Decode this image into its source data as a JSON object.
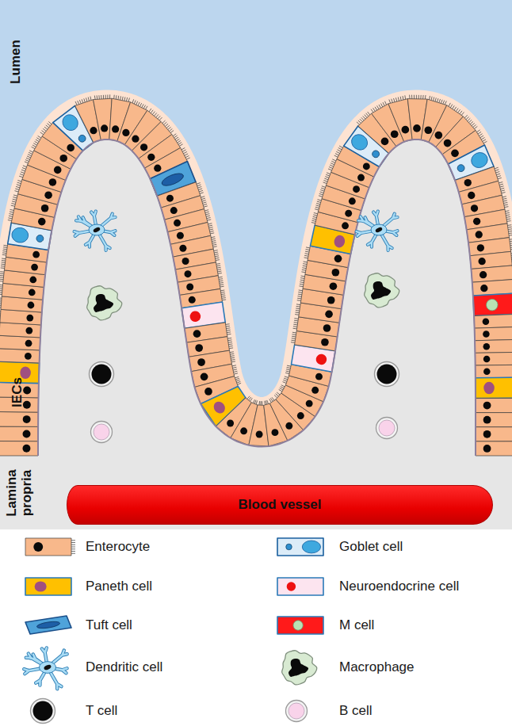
{
  "diagram": {
    "nodes": [
      {
        "text": [
          "Blood vessel"
        ]
      }
    ],
    "labels": [
      "Lumen",
      "IECs",
      "Lamina propria"
    ],
    "legend": [
      {
        "text": "Enterocyte"
      },
      {
        "text": "Goblet cell"
      },
      {
        "text": "Paneth cell"
      },
      {
        "text": "Neuroendocrine cell"
      },
      {
        "text": "Tuft cell"
      },
      {
        "text": "M cell"
      },
      {
        "text": "Dendritic cell"
      },
      {
        "text": "Macrophage"
      },
      {
        "text": "T cell"
      },
      {
        "text": "B cell"
      }
    ]
  }
}
